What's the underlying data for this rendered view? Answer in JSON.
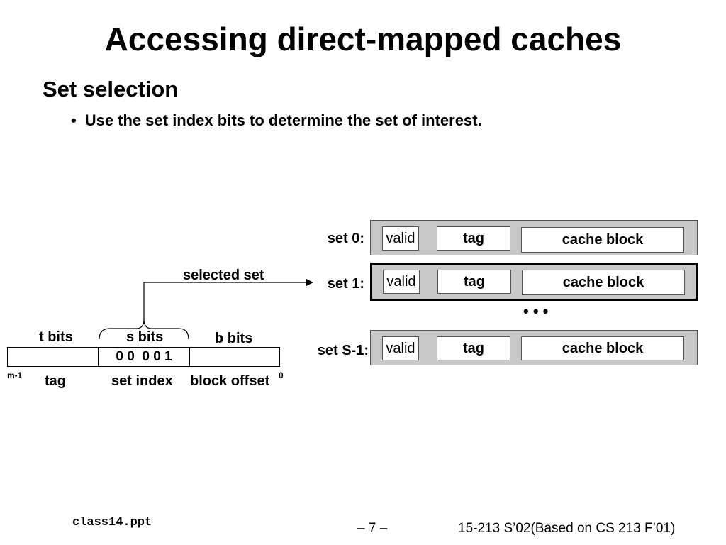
{
  "slide": {
    "title": "Accessing direct-mapped caches",
    "subtitle": "Set selection",
    "bullet": "Use the set index bits to determine the set of interest."
  },
  "cache": {
    "sets": [
      {
        "label": "set 0:",
        "valid": "valid",
        "tag": "tag",
        "block": "cache block"
      },
      {
        "label": "set 1:",
        "valid": "valid",
        "tag": "tag",
        "block": "cache block"
      },
      {
        "label": "set S-1:",
        "valid": "valid",
        "tag": "tag",
        "block": "cache block"
      }
    ],
    "ellipsis": "• • •",
    "selected_label": "selected set"
  },
  "address": {
    "t_bits": "t bits",
    "s_bits": "s bits",
    "b_bits": "b bits",
    "set_index_value": "0 0  0 0 1",
    "high_bit": "m-1",
    "low_bit": "0",
    "tag_label": "tag",
    "set_index_label": "set index",
    "block_offset_label": "block offset"
  },
  "footer": {
    "file": "class14.ppt",
    "page": "– 7 –",
    "course": "15-213 S’02(Based on CS 213 F’01)"
  }
}
